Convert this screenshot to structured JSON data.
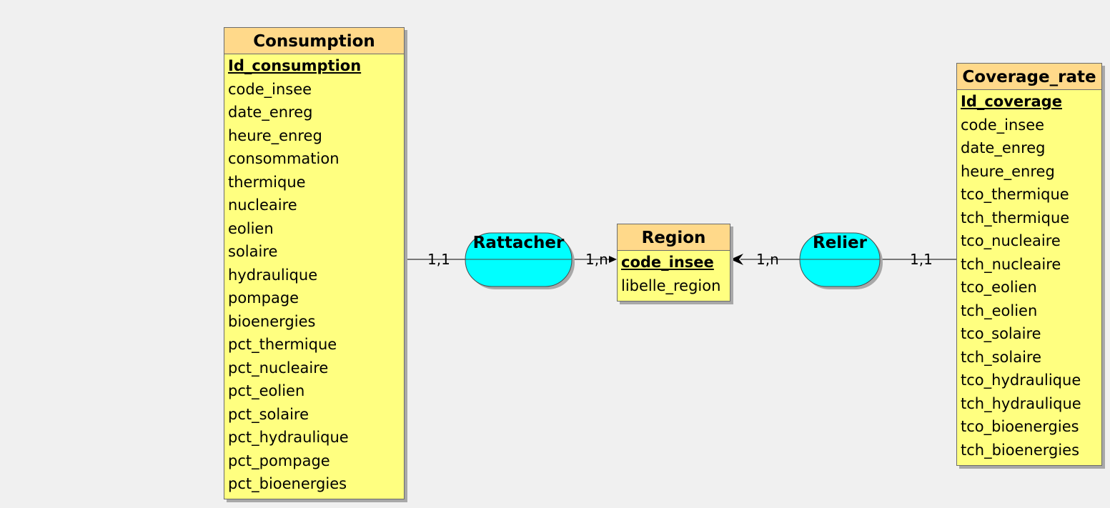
{
  "entities": {
    "consumption": {
      "title": "Consumption",
      "key": "Id_consumption",
      "attributes": [
        "code_insee",
        "date_enreg",
        "heure_enreg",
        "consommation",
        "thermique",
        "nucleaire",
        "eolien",
        "solaire",
        "hydraulique",
        "pompage",
        "bioenergies",
        "pct_thermique",
        "pct_nucleaire",
        "pct_eolien",
        "pct_solaire",
        "pct_hydraulique",
        "pct_pompage",
        "pct_bioenergies"
      ]
    },
    "region": {
      "title": "Region",
      "key": "code_insee",
      "attributes": [
        "libelle_region"
      ]
    },
    "coverage_rate": {
      "title": "Coverage_rate",
      "key": "Id_coverage",
      "attributes": [
        "code_insee",
        "date_enreg",
        "heure_enreg",
        "tco_thermique",
        "tch_thermique",
        "tco_nucleaire",
        "tch_nucleaire",
        "tco_eolien",
        "tch_eolien",
        "tco_solaire",
        "tch_solaire",
        "tco_hydraulique",
        "tch_hydraulique",
        "tco_bioenergies",
        "tch_bioenergies"
      ]
    }
  },
  "associations": {
    "rattacher": {
      "label": "Rattacher",
      "card_entity": "1,1",
      "card_region": "1,n"
    },
    "relier": {
      "label": "Relier",
      "card_region": "1,n",
      "card_entity": "1,1"
    }
  },
  "colors": {
    "background": "#f0f0f0",
    "entity_body": "#ffff80",
    "entity_header": "#ffd98a",
    "association_fill": "#00ffff",
    "border": "#6b6b6b",
    "shadow": "#a8a8a8"
  }
}
